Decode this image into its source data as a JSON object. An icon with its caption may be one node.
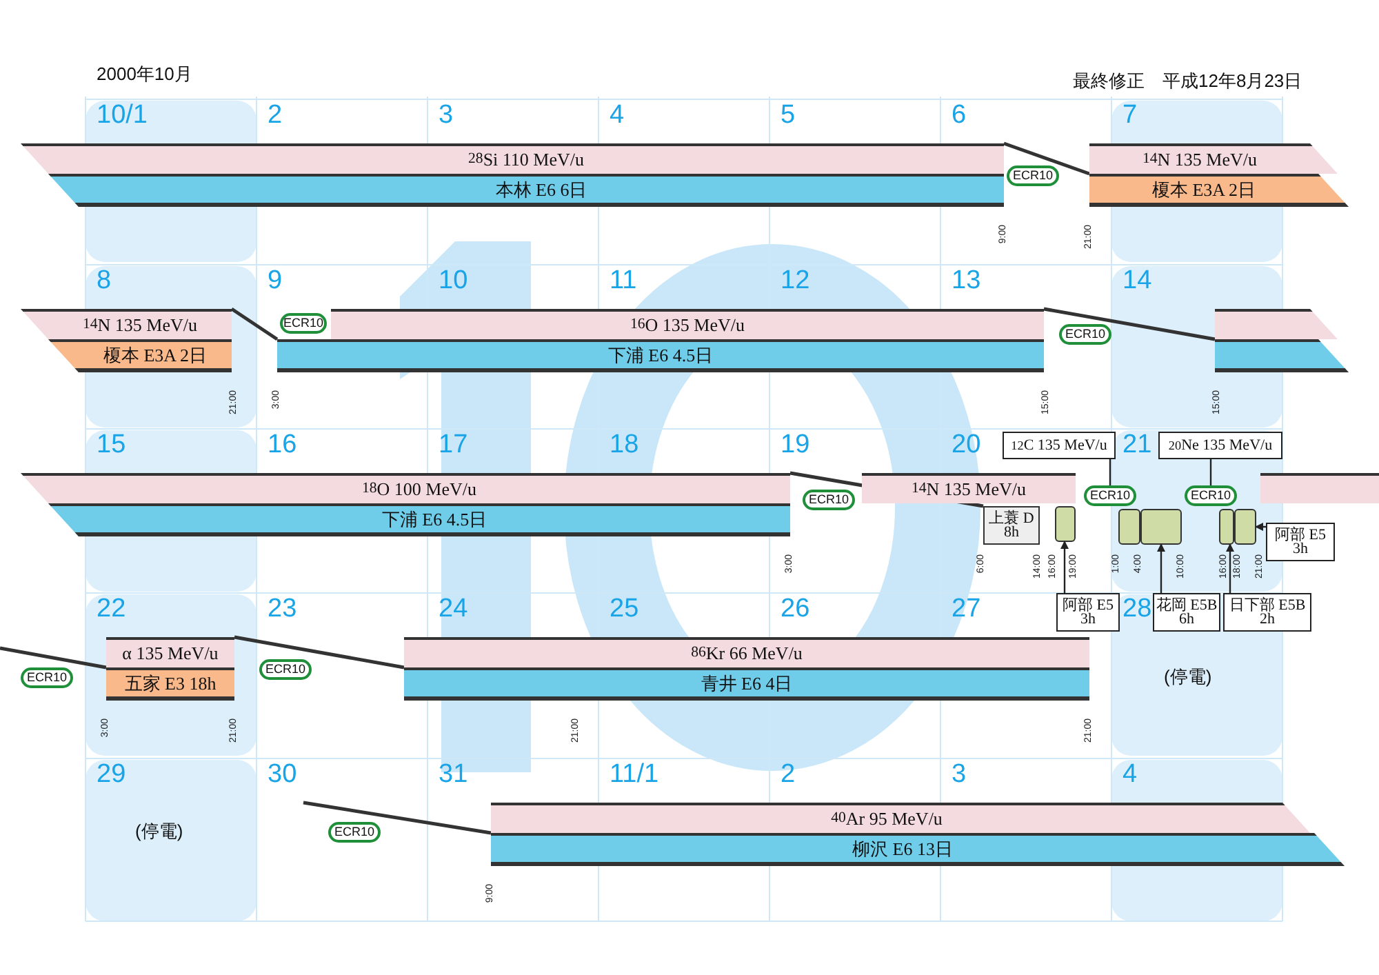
{
  "diagram": {
    "nodes": [
      {
        "text": [
          "$^{28}$Si 110 MeV/u"
        ]
      },
      {
        "text": [
          "本林 E6 6日"
        ]
      },
      {
        "text": [
          "ECR10"
        ]
      },
      {
        "text": [
          "$^{14}$N 135 MeV/u"
        ]
      },
      {
        "text": [
          "榎本 E3A 2日"
        ]
      },
      {
        "text": [
          "$^{14}$N 135 MeV/u"
        ]
      },
      {
        "text": [
          "榎本 E3A 2日"
        ]
      },
      {
        "text": [
          "ECR10"
        ]
      },
      {
        "text": [
          "$^{16}$O 135 MeV/u"
        ]
      },
      {
        "text": [
          "下浦 E6 4.5日"
        ]
      },
      {
        "text": [
          "ECR10"
        ]
      },
      {
        "text": [],
        "shape": "bar"
      },
      {
        "text": [],
        "shape": "bar"
      },
      {
        "text": [
          "$^{18}$O 100 MeV/u"
        ]
      },
      {
        "text": [
          "下浦 E6 4.5日"
        ]
      },
      {
        "text": [
          "ECR10"
        ]
      },
      {
        "text": [
          "$^{14}$N 135 MeV/u"
        ]
      },
      {
        "text": [
          "上蓑 D 8h"
        ]
      },
      {
        "text": [],
        "shape": "box"
      },
      {
        "text": [
          "$^{12}$C 135 MeV/u"
        ]
      },
      {
        "text": [
          "ECR10"
        ]
      },
      {
        "text": [],
        "shape": "box"
      },
      {
        "text": [],
        "shape": "box"
      },
      {
        "text": [
          "$^{20}$Ne 135 MeV/u"
        ]
      },
      {
        "text": [
          "ECR10"
        ]
      },
      {
        "text": [],
        "shape": "box"
      },
      {
        "text": [],
        "shape": "box"
      },
      {
        "text": [],
        "shape": "bar"
      },
      {
        "text": [
          "阿部 E5 3h"
        ]
      },
      {
        "text": [
          "阿部 E5 3h"
        ]
      },
      {
        "text": [
          "花岡 E5B 6h"
        ]
      },
      {
        "text": [
          "日下部 E5B 2h"
        ]
      },
      {
        "text": [
          "ECR10"
        ]
      },
      {
        "text": [
          "α 135 MeV/u"
        ]
      },
      {
        "text": [
          "五家 E3 18h"
        ]
      },
      {
        "text": [
          "ECR10"
        ]
      },
      {
        "text": [
          "$^{86}$Kr 66 MeV/u"
        ]
      },
      {
        "text": [
          "青井 E6 4日"
        ]
      },
      {
        "text": [
          "ECR10"
        ]
      },
      {
        "text": [
          "$^{40}$Ar 95 MeV/u"
        ]
      },
      {
        "text": [
          "柳沢 E6 13日"
        ]
      }
    ],
    "edges": [
      {
        "from": 19,
        "to": 20,
        "arrow": "none"
      },
      {
        "from": 23,
        "to": 24,
        "arrow": "none"
      },
      {
        "from": 29,
        "to": 18,
        "arrow": "to"
      },
      {
        "from": 30,
        "to": 22,
        "arrow": "to"
      },
      {
        "from": 31,
        "to": 25,
        "arrow": "to"
      },
      {
        "from": 28,
        "to": 26,
        "arrow": "to"
      }
    ],
    "labels": [
      "2000年10月",
      "最終修正　平成12年8月23日",
      "10/1",
      "2",
      "3",
      "4",
      "5",
      "6",
      "7",
      "9:00",
      "21:00",
      "8",
      "9",
      "10",
      "11",
      "12",
      "13",
      "14",
      "21:00",
      "3:00",
      "15:00",
      "15:00",
      "15",
      "16",
      "17",
      "18",
      "19",
      "20",
      "21",
      "3:00",
      "6:00",
      "14:00",
      "16:00",
      "19:00",
      "1:00",
      "4:00",
      "10:00",
      "16:00",
      "18:00",
      "21:00",
      "22",
      "23",
      "24",
      "25",
      "26",
      "27",
      "28",
      "3:00",
      "21:00",
      "21:00",
      "21:00",
      "(停電)",
      "29",
      "30",
      "31",
      "11/1",
      "2",
      "3",
      "4",
      "(停電)",
      "9:00"
    ]
  }
}
